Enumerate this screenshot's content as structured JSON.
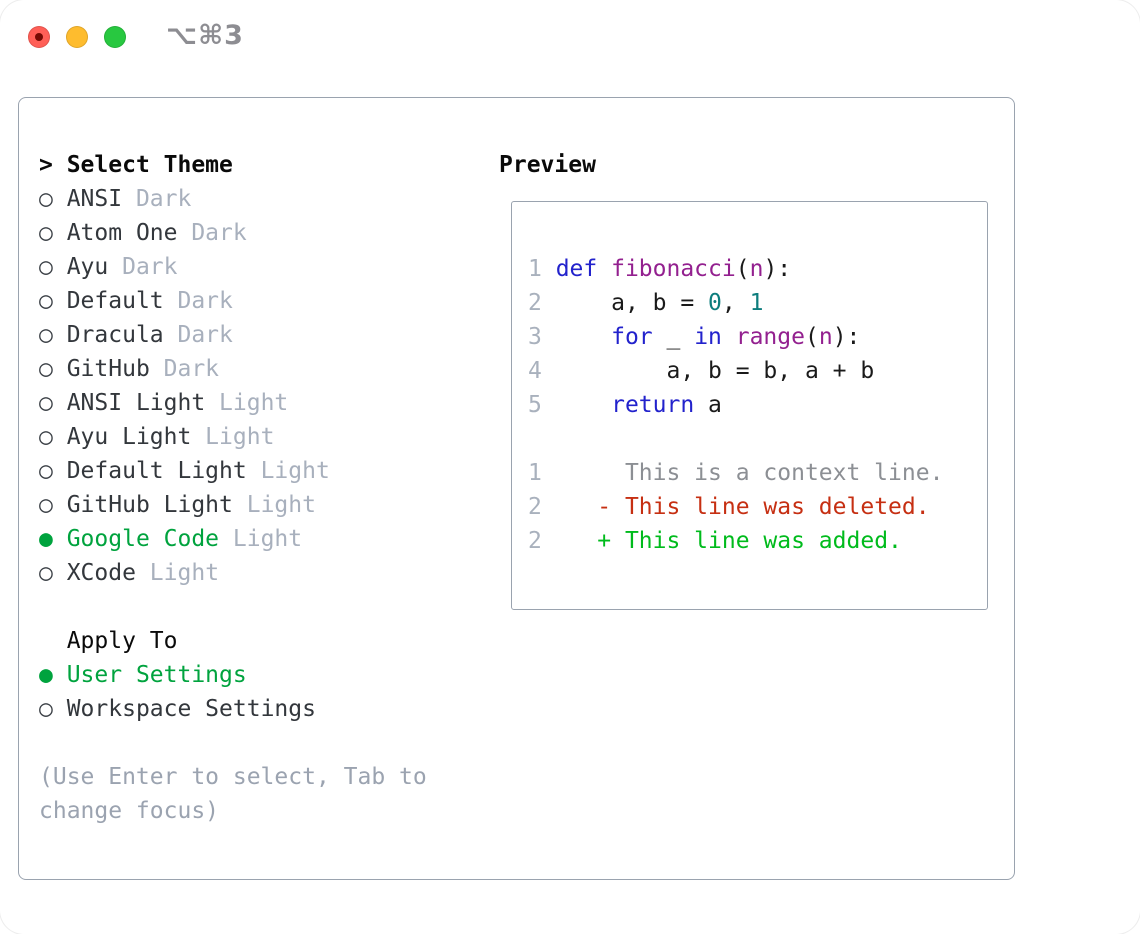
{
  "window": {
    "title": "⌥⌘3",
    "traffic_lights": [
      "close",
      "minimize",
      "zoom"
    ]
  },
  "theme_panel": {
    "header": {
      "prefix": "> ",
      "label": "Select Theme"
    },
    "themes": [
      {
        "id": "ansi",
        "name": "ANSI",
        "variant": "Dark",
        "selected": false
      },
      {
        "id": "atom-one",
        "name": "Atom One",
        "variant": "Dark",
        "selected": false
      },
      {
        "id": "ayu",
        "name": "Ayu",
        "variant": "Dark",
        "selected": false
      },
      {
        "id": "default",
        "name": "Default",
        "variant": "Dark",
        "selected": false
      },
      {
        "id": "dracula",
        "name": "Dracula",
        "variant": "Dark",
        "selected": false
      },
      {
        "id": "github",
        "name": "GitHub",
        "variant": "Dark",
        "selected": false
      },
      {
        "id": "ansi-light",
        "name": "ANSI Light",
        "variant": "Light",
        "selected": false
      },
      {
        "id": "ayu-light",
        "name": "Ayu Light",
        "variant": "Light",
        "selected": false
      },
      {
        "id": "default-light",
        "name": "Default Light",
        "variant": "Light",
        "selected": false
      },
      {
        "id": "github-light",
        "name": "GitHub Light",
        "variant": "Light",
        "selected": false
      },
      {
        "id": "google-code",
        "name": "Google Code",
        "variant": "Light",
        "selected": true
      },
      {
        "id": "xcode",
        "name": "XCode",
        "variant": "Light",
        "selected": false
      }
    ],
    "apply_to": {
      "label": "Apply To",
      "options": [
        {
          "id": "user-settings",
          "name": "User Settings",
          "selected": true
        },
        {
          "id": "workspace-settings",
          "name": "Workspace Settings",
          "selected": false
        }
      ]
    },
    "help_lines": [
      "(Use Enter to select, Tab to",
      "change focus)"
    ],
    "radio_icons": {
      "selected": "●",
      "unselected": "○"
    }
  },
  "preview": {
    "label": "Preview",
    "lines": [
      {
        "name": "code-line-1",
        "segments": [
          {
            "t": "1 ",
            "s": "ln"
          },
          {
            "t": "def ",
            "s": "kw"
          },
          {
            "t": "fibonacci",
            "s": "fn"
          },
          {
            "t": "(",
            "s": "pl"
          },
          {
            "t": "n",
            "s": "fn"
          },
          {
            "t": "):",
            "s": "pl"
          }
        ]
      },
      {
        "name": "code-line-2",
        "segments": [
          {
            "t": "2     ",
            "s": "ln"
          },
          {
            "t": "a, b = ",
            "s": "pl"
          },
          {
            "t": "0",
            "s": "nb"
          },
          {
            "t": ", ",
            "s": "pl"
          },
          {
            "t": "1",
            "s": "nb"
          }
        ]
      },
      {
        "name": "code-line-3",
        "segments": [
          {
            "t": "3     ",
            "s": "ln"
          },
          {
            "t": "for ",
            "s": "kw"
          },
          {
            "t": "_ ",
            "s": "pl"
          },
          {
            "t": "in ",
            "s": "kw"
          },
          {
            "t": "range",
            "s": "fn"
          },
          {
            "t": "(",
            "s": "pl"
          },
          {
            "t": "n",
            "s": "fn"
          },
          {
            "t": "):",
            "s": "pl"
          }
        ]
      },
      {
        "name": "code-line-4",
        "segments": [
          {
            "t": "4         ",
            "s": "ln"
          },
          {
            "t": "a, b = b, a + b",
            "s": "pl"
          }
        ]
      },
      {
        "name": "code-line-5",
        "segments": [
          {
            "t": "5     ",
            "s": "ln"
          },
          {
            "t": "return ",
            "s": "kw"
          },
          {
            "t": "a",
            "s": "pl"
          }
        ]
      },
      {
        "name": "blank-line",
        "segments": []
      },
      {
        "name": "diff-context-line",
        "segments": [
          {
            "t": "1      ",
            "s": "ln"
          },
          {
            "t": "This is a context line.",
            "s": "ctx"
          }
        ]
      },
      {
        "name": "diff-deleted-line",
        "segments": [
          {
            "t": "2    ",
            "s": "ln"
          },
          {
            "t": "- This line was deleted.",
            "s": "del"
          }
        ]
      },
      {
        "name": "diff-added-line",
        "segments": [
          {
            "t": "2    ",
            "s": "ln"
          },
          {
            "t": "+ This line was added.",
            "s": "add"
          }
        ]
      }
    ]
  },
  "colors": {
    "accent_green": "#00a33e",
    "list_text": "#33373c",
    "muted_variant": "#a8b0bd",
    "help_text": "#9ba3b0",
    "border": "#9aa3af",
    "header_text": "#0a0a0a",
    "bullet_ring": "#3c4147",
    "title_gray": "#8d8d92",
    "traffic_red": "#ff5f57",
    "traffic_red_dot": "#750b04",
    "traffic_yellow": "#febc2e",
    "traffic_green": "#28c840",
    "syntax": {
      "ln": "#a9b1bd",
      "kw": "#2222cc",
      "fn": "#93208f",
      "nb": "#0d7d7d",
      "pl": "#1a1a1a",
      "ctx": "#8c8f94",
      "del": "#c62f12",
      "add": "#00bb1c"
    }
  }
}
